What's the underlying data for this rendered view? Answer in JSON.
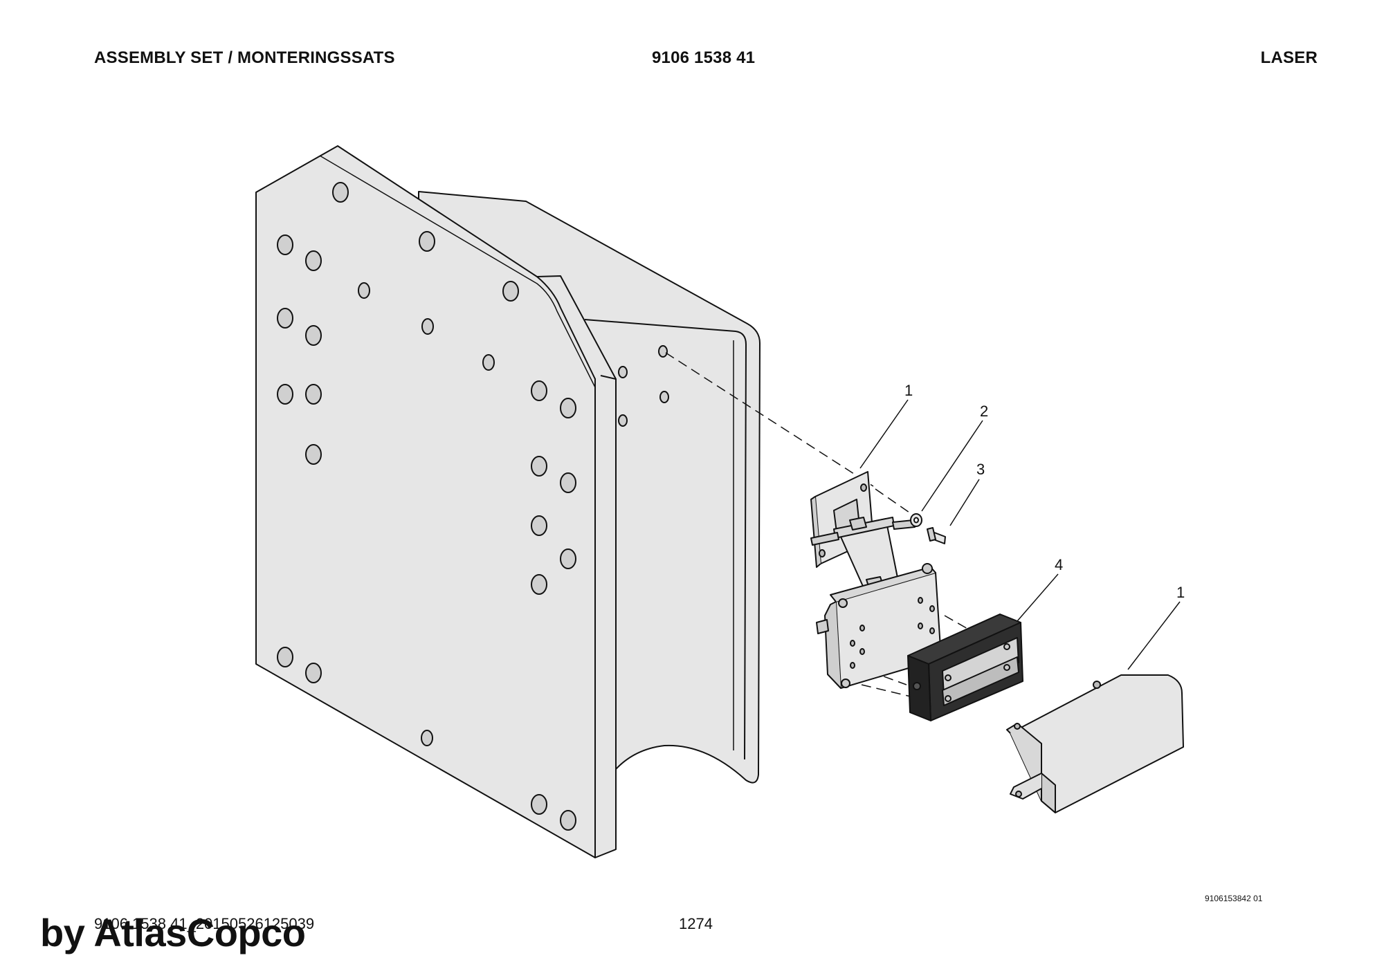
{
  "header": {
    "title": "ASSEMBLY SET / MONTERINGSSATS",
    "part_number": "9106 1538 41",
    "model": "LASER"
  },
  "callouts": [
    "1",
    "2",
    "3",
    "4",
    "1"
  ],
  "footer": {
    "document_id": "9106 1538 41_20150526125039",
    "page_number": "1274",
    "drawing_ref": "9106153842 01",
    "watermark": "by AtlasCopco"
  },
  "colors": {
    "part_fill": "#e6e6e6",
    "line": "#111111",
    "dark_block": "#2e2e2e"
  }
}
